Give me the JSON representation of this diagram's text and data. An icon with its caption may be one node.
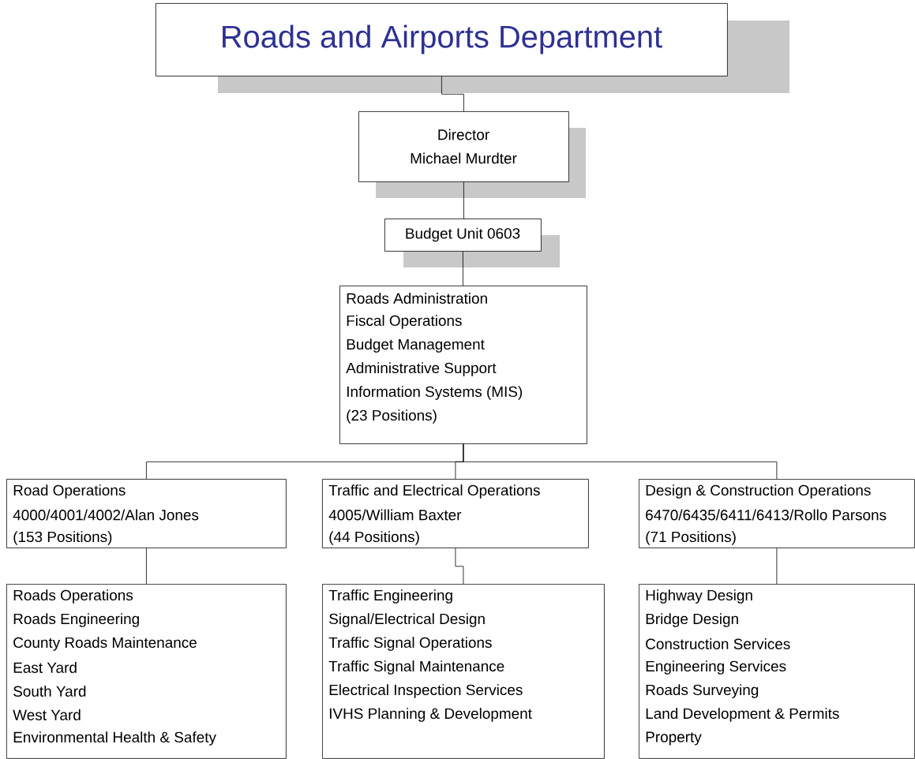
{
  "diagram": {
    "nodes": [
      {
        "text": [
          "Roads and Airports Department"
        ]
      },
      {
        "text": [
          "Director",
          "Michael Murdter"
        ]
      },
      {
        "text": [
          "Budget Unit 0603"
        ]
      },
      {
        "text": [
          "Roads Administration",
          "Fiscal Operations",
          "Budget Management",
          "Administrative Support",
          "Information Systems (MIS)",
          "(23 Positions)"
        ]
      },
      {
        "text": [
          "Road Operations",
          "4000/4001/4002/Alan Jones",
          "(153 Positions)"
        ]
      },
      {
        "text": [
          "Traffic and Electrical Operations",
          "4005/William Baxter",
          "(44 Positions)"
        ]
      },
      {
        "text": [
          "Design & Construction Operations",
          "6470/6435/6411/6413/Rollo Parsons",
          "(71 Positions)"
        ]
      },
      {
        "text": [
          "Roads Operations",
          "Roads Engineering",
          "County Roads Maintenance",
          "East Yard",
          "South Yard",
          "West Yard",
          "Environmental Health & Safety"
        ]
      },
      {
        "text": [
          "Traffic Engineering",
          "Signal/Electrical Design",
          "Traffic Signal Operations",
          "Traffic Signal Maintenance",
          "Electrical Inspection Services",
          "IVHS Planning & Development"
        ]
      },
      {
        "text": [
          "Highway Design",
          "Bridge Design",
          "Construction Services",
          "Engineering Services",
          "Roads Surveying",
          "Land Development & Permits",
          "Property"
        ]
      }
    ],
    "edges": [
      {
        "from": 0,
        "to": 1,
        "arrow": "none"
      },
      {
        "from": 1,
        "to": 2,
        "arrow": "none"
      },
      {
        "from": 2,
        "to": 3,
        "arrow": "none"
      },
      {
        "from": 3,
        "to": 4,
        "arrow": "none"
      },
      {
        "from": 3,
        "to": 5,
        "arrow": "none"
      },
      {
        "from": 3,
        "to": 6,
        "arrow": "none"
      },
      {
        "from": 4,
        "to": 7,
        "arrow": "none"
      },
      {
        "from": 5,
        "to": 8,
        "arrow": "none"
      },
      {
        "from": 6,
        "to": 9,
        "arrow": "none"
      }
    ]
  }
}
